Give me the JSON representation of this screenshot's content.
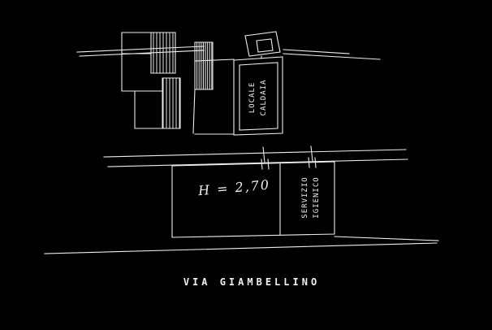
{
  "plan": {
    "street_label": "VIA GIAMBELLINO",
    "height_note": "H = 2,70",
    "boiler_room": {
      "line1": "LOCALE",
      "line2": "CALDAIA"
    },
    "service_room": {
      "line1": "SERVIZIO",
      "line2": "IGIENICO"
    }
  },
  "colors": {
    "background": "#000000",
    "line": "#ededed",
    "text": "#f0f0f0"
  }
}
